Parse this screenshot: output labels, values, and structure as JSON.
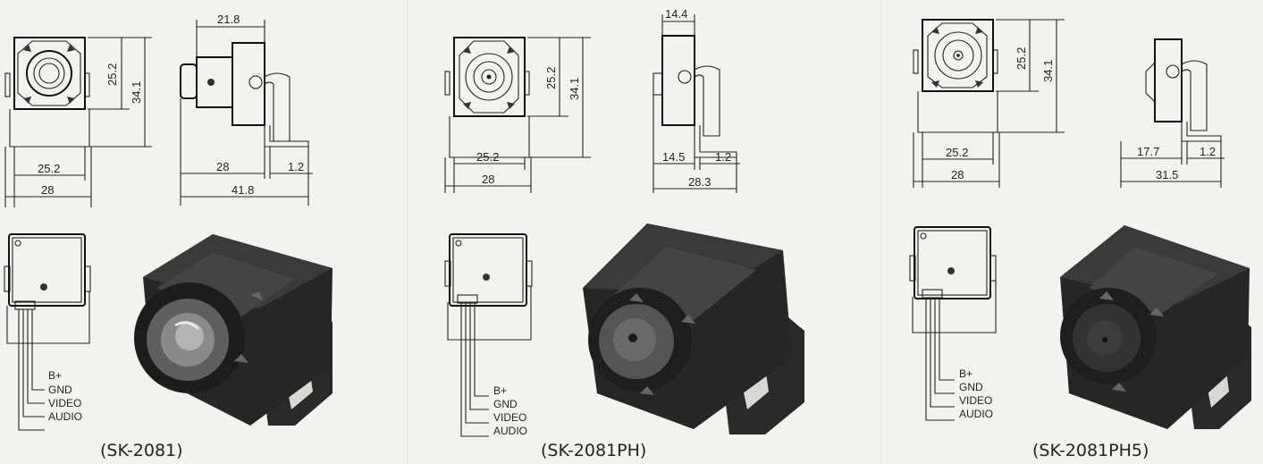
{
  "models": [
    {
      "caption": "(SK-2081)",
      "front_dims": {
        "inner_width": "25.2",
        "outer_width": "28",
        "inner_height": "25.2",
        "outer_height": "34.1"
      },
      "side_dims": {
        "top": "21.8",
        "body": "28",
        "total": "41.8",
        "bracket": "1.2"
      },
      "pins": [
        "B+",
        "GND",
        "VIDEO",
        "AUDIO"
      ]
    },
    {
      "caption": "(SK-2081PH)",
      "front_dims": {
        "inner_width": "25.2",
        "outer_width": "28",
        "inner_height": "25.2",
        "outer_height": "34.1"
      },
      "side_dims": {
        "top": "14.4",
        "body": "14.5",
        "total": "28.3",
        "bracket": "1.2"
      },
      "pins": [
        "B+",
        "GND",
        "VIDEO",
        "AUDIO"
      ]
    },
    {
      "caption": "(SK-2081PH5)",
      "front_dims": {
        "inner_width": "25.2",
        "outer_width": "28",
        "inner_height": "25.2",
        "outer_height": "34.1"
      },
      "side_dims": {
        "body": "17.7",
        "total": "31.5",
        "bracket": "1.2"
      },
      "pins": [
        "B+",
        "GND",
        "VIDEO",
        "AUDIO"
      ]
    }
  ]
}
